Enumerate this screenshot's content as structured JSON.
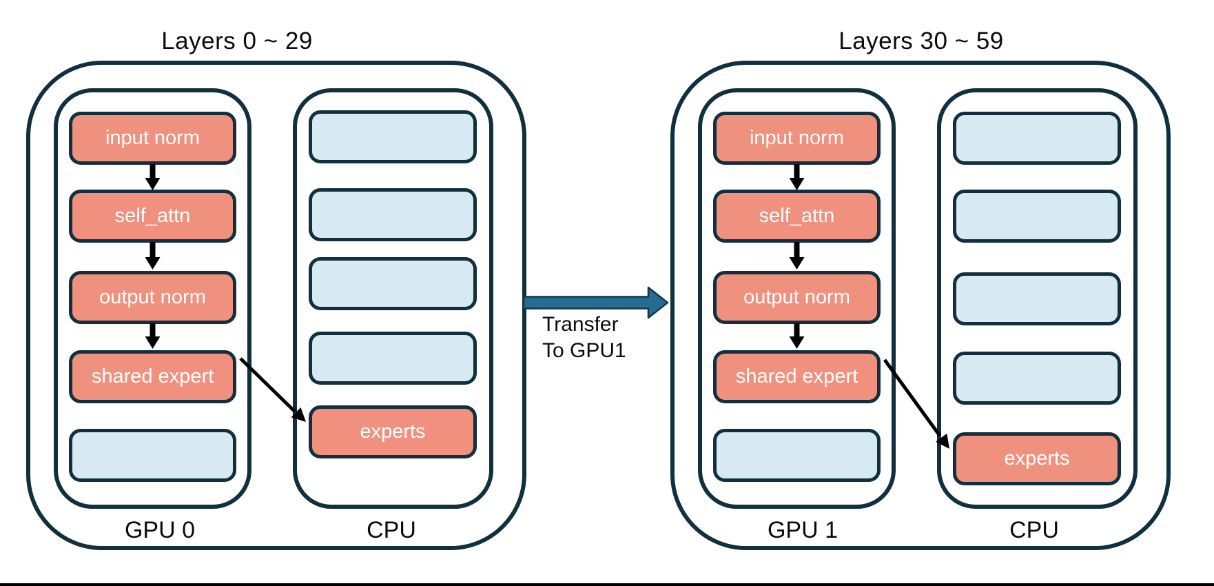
{
  "groups": [
    {
      "title": "Layers 0 ~ 29",
      "gpu_label": "GPU 0",
      "cpu_label": "CPU",
      "gpu_boxes": [
        "input norm",
        "self_attn",
        "output norm",
        "shared expert",
        ""
      ],
      "cpu_boxes": [
        "",
        "",
        "",
        "",
        "experts"
      ]
    },
    {
      "title": "Layers 30 ~ 59",
      "gpu_label": "GPU 1",
      "cpu_label": "CPU",
      "gpu_boxes": [
        "input norm",
        "self_attn",
        "output norm",
        "shared expert",
        ""
      ],
      "cpu_boxes": [
        "",
        "",
        "",
        "",
        "experts"
      ]
    }
  ],
  "transfer": {
    "line1": "Transfer",
    "line2": "To GPU1"
  },
  "icons": {
    "flow_arrow": "black-down-arrow",
    "offload_arrow": "black-diagonal-arrow",
    "transfer_arrow": "blue-right-arrow"
  },
  "colors": {
    "border_navy": "#112f3d",
    "box_salmon": "#ef917e",
    "box_blue": "#d7e9f1",
    "transfer_arrow_fill": "#266c92",
    "transfer_arrow_stroke": "#14384a",
    "flow_arrow_black": "#000000",
    "bottom_line": "#000000",
    "text_dark": "#0b0b0b",
    "text_light": "#ffffff"
  }
}
